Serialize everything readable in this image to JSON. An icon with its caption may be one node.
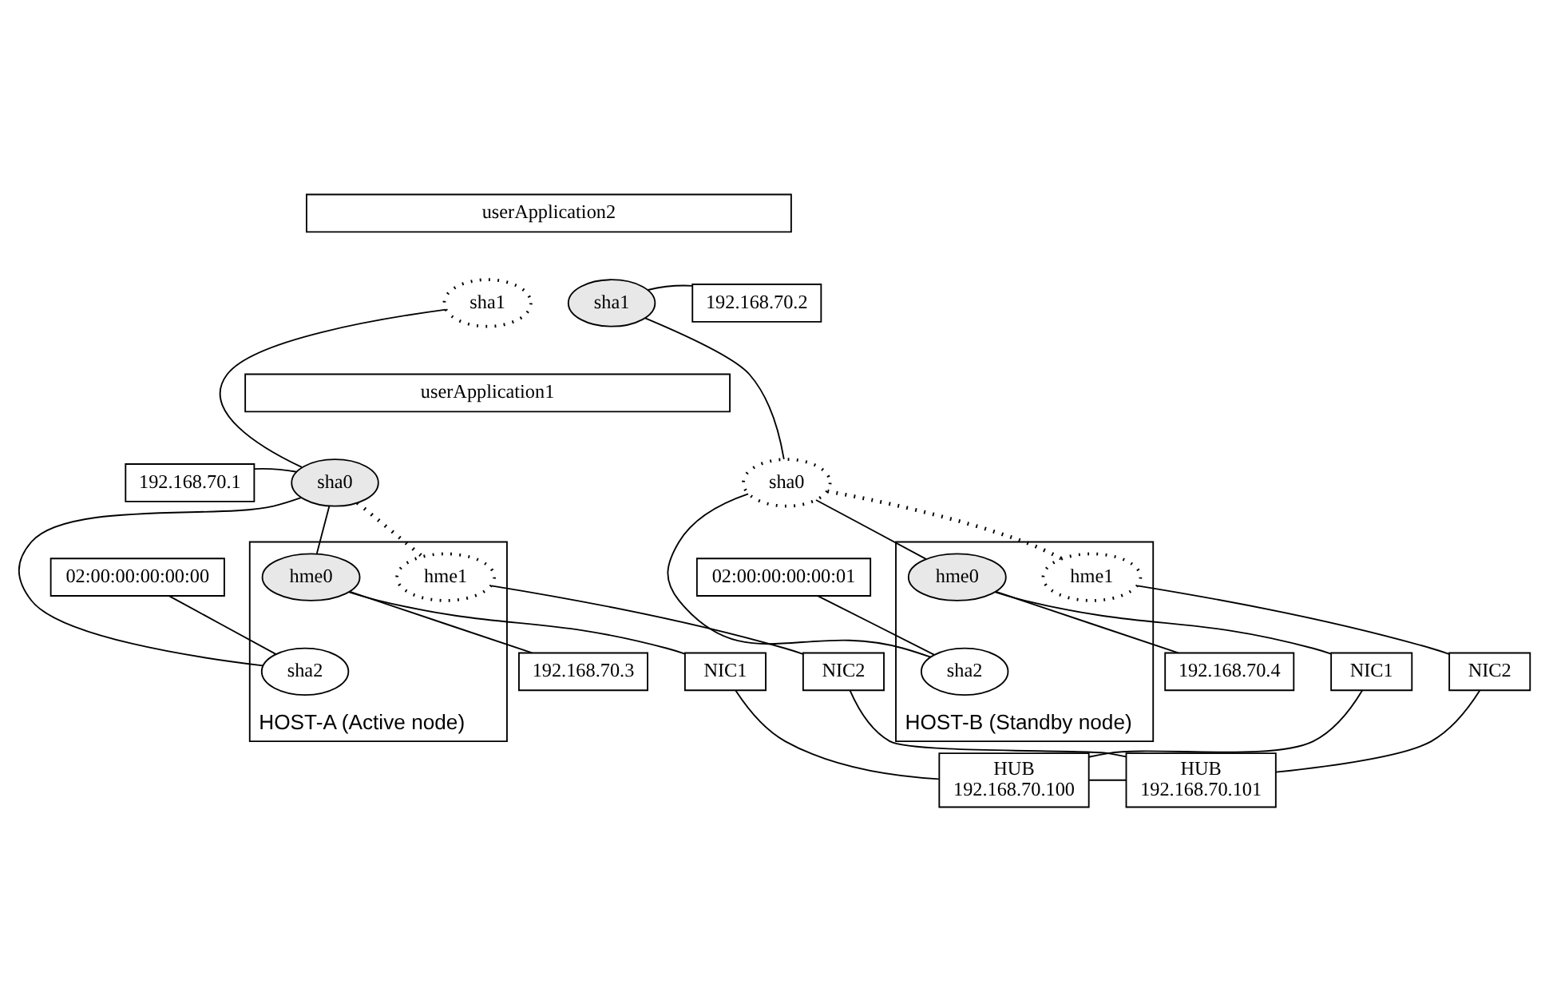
{
  "diagram": {
    "nodes": [
      {
        "text": [
          "HOST-A (Active node)"
        ]
      },
      {
        "text": [
          "HOST-B (Standby node)"
        ]
      },
      {
        "text": [
          "userApplication2"
        ]
      },
      {
        "text": [
          "sha1"
        ]
      },
      {
        "text": [
          "sha1"
        ]
      },
      {
        "text": [
          "192.168.70.2"
        ]
      },
      {
        "text": [
          "userApplication1"
        ]
      },
      {
        "text": [
          "sha0"
        ]
      },
      {
        "text": [
          "sha0"
        ]
      },
      {
        "text": [
          "192.168.70.1"
        ]
      },
      {
        "text": [
          "sha2"
        ],
        "in": 0
      },
      {
        "text": [
          "sha2"
        ],
        "in": 1
      },
      {
        "text": [
          "hme0"
        ],
        "in": 0
      },
      {
        "text": [
          "hme1"
        ],
        "in": 0
      },
      {
        "text": [
          "02:00:00:00:00:00"
        ]
      },
      {
        "text": [
          "hme0"
        ],
        "in": 1
      },
      {
        "text": [
          "hme1"
        ],
        "in": 1
      },
      {
        "text": [
          "02:00:00:00:00:01"
        ]
      },
      {
        "text": [
          "NIC1"
        ]
      },
      {
        "text": [
          "NIC2"
        ]
      },
      {
        "text": [
          "NIC1"
        ]
      },
      {
        "text": [
          "NIC2"
        ]
      },
      {
        "text": [
          "192.168.70.3"
        ]
      },
      {
        "text": [
          "192.168.70.4"
        ]
      },
      {
        "text": [
          "HUB",
          "192.168.70.100"
        ]
      },
      {
        "text": [
          "HUB",
          "192.168.70.101"
        ]
      }
    ],
    "edges": [
      {
        "from": 3,
        "to": 7,
        "arrow": "none"
      },
      {
        "from": 4,
        "to": 8,
        "arrow": "none"
      },
      {
        "from": 7,
        "to": 12,
        "arrow": "none"
      },
      {
        "from": 7,
        "to": 13,
        "arrow": "none",
        "style": "dashed"
      },
      {
        "from": 7,
        "to": 10,
        "arrow": "none"
      },
      {
        "from": 8,
        "to": 15,
        "arrow": "none"
      },
      {
        "from": 8,
        "to": 16,
        "arrow": "none",
        "style": "dashed"
      },
      {
        "from": 8,
        "to": 11,
        "arrow": "none"
      },
      {
        "from": 12,
        "to": 18,
        "arrow": "none"
      },
      {
        "from": 13,
        "to": 19,
        "arrow": "none"
      },
      {
        "from": 15,
        "to": 20,
        "arrow": "none"
      },
      {
        "from": 16,
        "to": 21,
        "arrow": "none"
      },
      {
        "from": 18,
        "to": 24,
        "arrow": "none"
      },
      {
        "from": 19,
        "to": 25,
        "arrow": "none"
      },
      {
        "from": 20,
        "to": 24,
        "arrow": "none"
      },
      {
        "from": 21,
        "to": 25,
        "arrow": "none"
      },
      {
        "from": 24,
        "to": 25,
        "arrow": "none"
      },
      {
        "from": 9,
        "to": 7,
        "arrow": "none"
      },
      {
        "from": 5,
        "to": 4,
        "arrow": "none"
      },
      {
        "from": 22,
        "to": 12,
        "arrow": "none"
      },
      {
        "from": 23,
        "to": 15,
        "arrow": "none"
      },
      {
        "from": 14,
        "to": 10,
        "arrow": "none"
      },
      {
        "from": 17,
        "to": 11,
        "arrow": "none"
      }
    ]
  }
}
